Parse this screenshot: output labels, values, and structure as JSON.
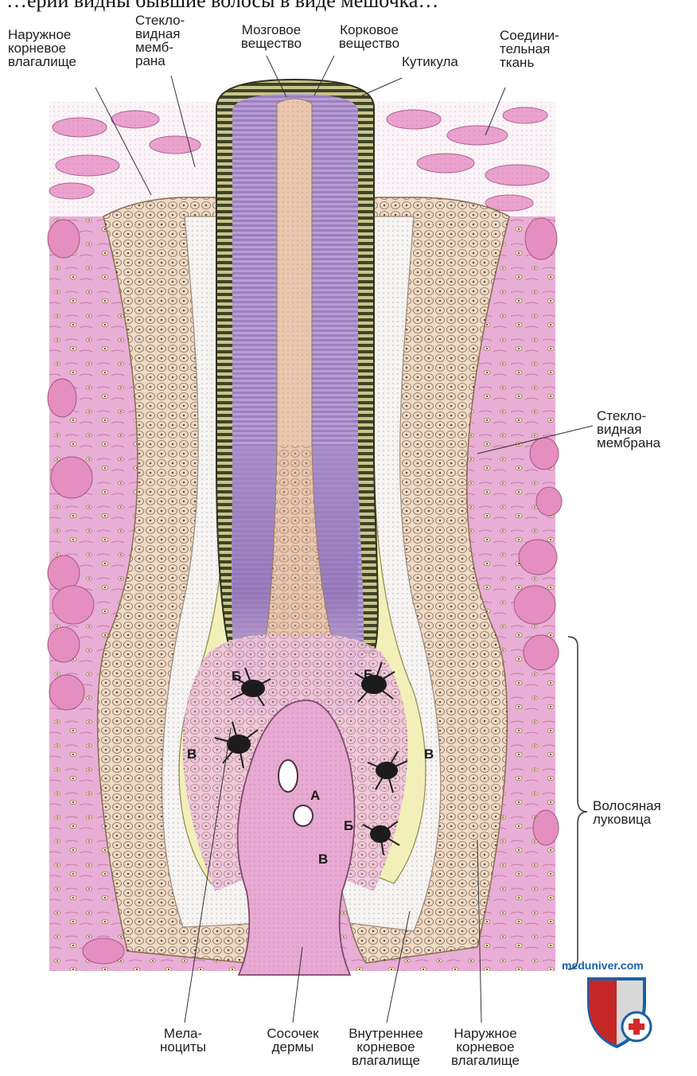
{
  "caption": "…ерии видны бывшие волосы в виде мешочка…",
  "labels": {
    "outer_root_sheath_top": [
      "Наружное",
      "корневое",
      "влагалище"
    ],
    "glassy_membrane_top": [
      "Стекло-",
      "видная",
      "мемб-",
      "рана"
    ],
    "medulla": [
      "Мозговое",
      "вещество"
    ],
    "cortex": [
      "Корковое",
      "вещество"
    ],
    "cuticle": [
      "Кутикула"
    ],
    "connective_tissue": [
      "Соедини-",
      "тельная",
      "ткань"
    ],
    "glassy_membrane_right": [
      "Стекло-",
      "видная",
      "мембрана"
    ],
    "hair_bulb": [
      "Волосяная",
      "луковица"
    ],
    "melanocytes": [
      "Мела-",
      "ноциты"
    ],
    "dermal_papilla": [
      "Сосочек",
      "дермы"
    ],
    "inner_root_sheath": [
      "Внутреннее",
      "корневое",
      "влагалище"
    ],
    "outer_root_sheath_bottom": [
      "Наружное",
      "корневое",
      "влагалище"
    ]
  },
  "letters": {
    "A": "А",
    "B": "Б",
    "V": "В"
  },
  "watermark": "meduniver.com",
  "colors": {
    "dermis_pink": "#e7a9d4",
    "fat_cell": "#e48fbf",
    "outer_sheath": "#eedbc4",
    "inner_sheath_white": "#f6f4f2",
    "cuticle_dark": "#4f5a33",
    "cortex_purple": "#a58cc6",
    "medulla_peach": "#e9c7ad",
    "bulb_yellow": "#f3efb8"
  }
}
